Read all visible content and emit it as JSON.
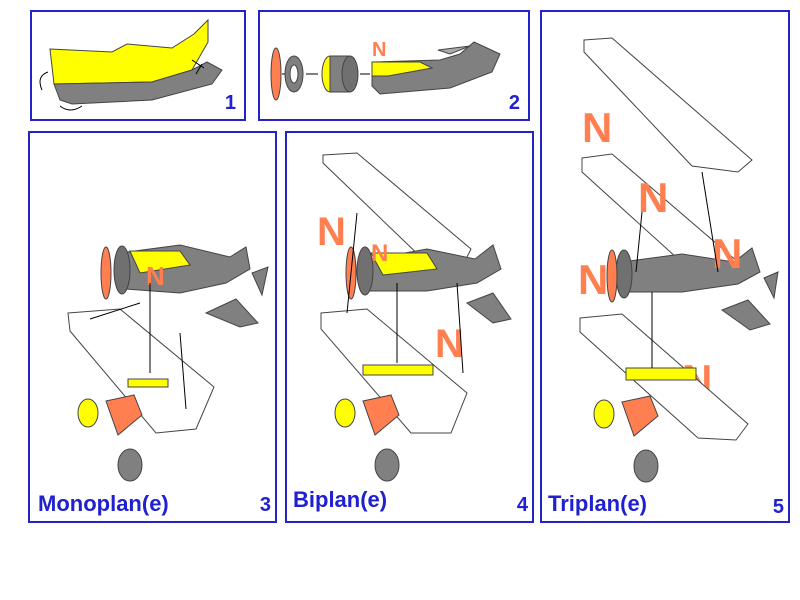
{
  "colors": {
    "border": "#2323c8",
    "text": "#2020d0",
    "yellow": "#ffff00",
    "gray": "#808080",
    "orange": "#ff7f50"
  },
  "panels": [
    {
      "number": "1",
      "title": ""
    },
    {
      "number": "2",
      "title": ""
    },
    {
      "number": "3",
      "title": "Monoplan(e)"
    },
    {
      "number": "4",
      "title": "Biplan(e)"
    },
    {
      "number": "5",
      "title": "Triplan(e)"
    }
  ],
  "icons": [
    "arrow-icon",
    "propeller-icon",
    "wheel-icon",
    "n-strut-icon"
  ]
}
